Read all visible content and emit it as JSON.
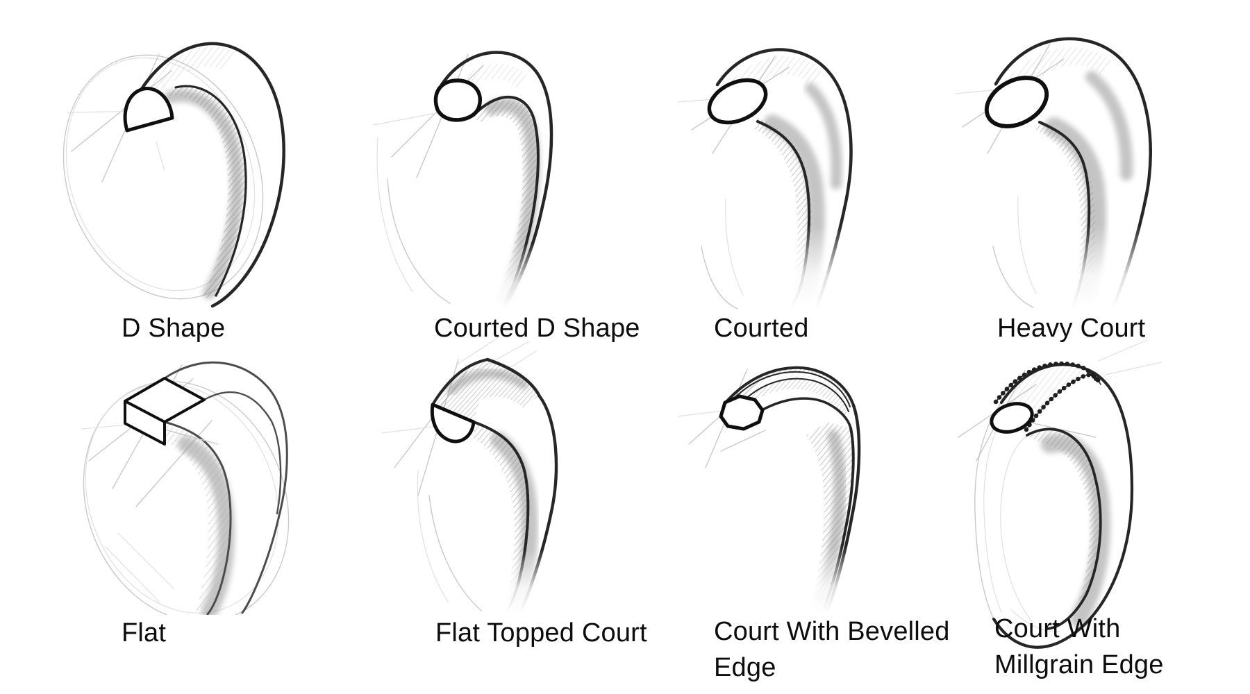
{
  "diagram": {
    "background_color": "#ffffff",
    "ink_color": "#1f1f1f",
    "shading_color": "#8a8a8a",
    "construction_line_color": "#c9c9c9",
    "label_text_color": "#0d0d0d",
    "rows": 2,
    "columns": 4,
    "profiles": [
      {
        "id": "d-shape",
        "label": "D Shape",
        "row": 0,
        "col": 0,
        "cross_section": "flat base with domed top"
      },
      {
        "id": "courted-d-shape",
        "label": "Courted D Shape",
        "row": 0,
        "col": 1,
        "cross_section": "domed top with softly curved base"
      },
      {
        "id": "courted",
        "label": "Courted",
        "row": 0,
        "col": 2,
        "cross_section": "slim oval, curved both sides"
      },
      {
        "id": "heavy-court",
        "label": "Heavy Court",
        "row": 0,
        "col": 3,
        "cross_section": "thick rounded oval"
      },
      {
        "id": "flat",
        "label": "Flat",
        "row": 1,
        "col": 0,
        "cross_section": "rectangular box section"
      },
      {
        "id": "flat-topped-court",
        "label": "Flat Topped Court",
        "row": 1,
        "col": 1,
        "cross_section": "flat top with curved underside"
      },
      {
        "id": "court-with-bevelled-edge",
        "label": "Court With Bevelled Edge",
        "row": 1,
        "col": 2,
        "cross_section": "courted oval with angled bevel facets"
      },
      {
        "id": "court-with-millgrain-edge",
        "label": "Court With Millgrain Edge",
        "row": 1,
        "col": 3,
        "cross_section": "courted oval with beaded millgrain edges"
      }
    ]
  }
}
